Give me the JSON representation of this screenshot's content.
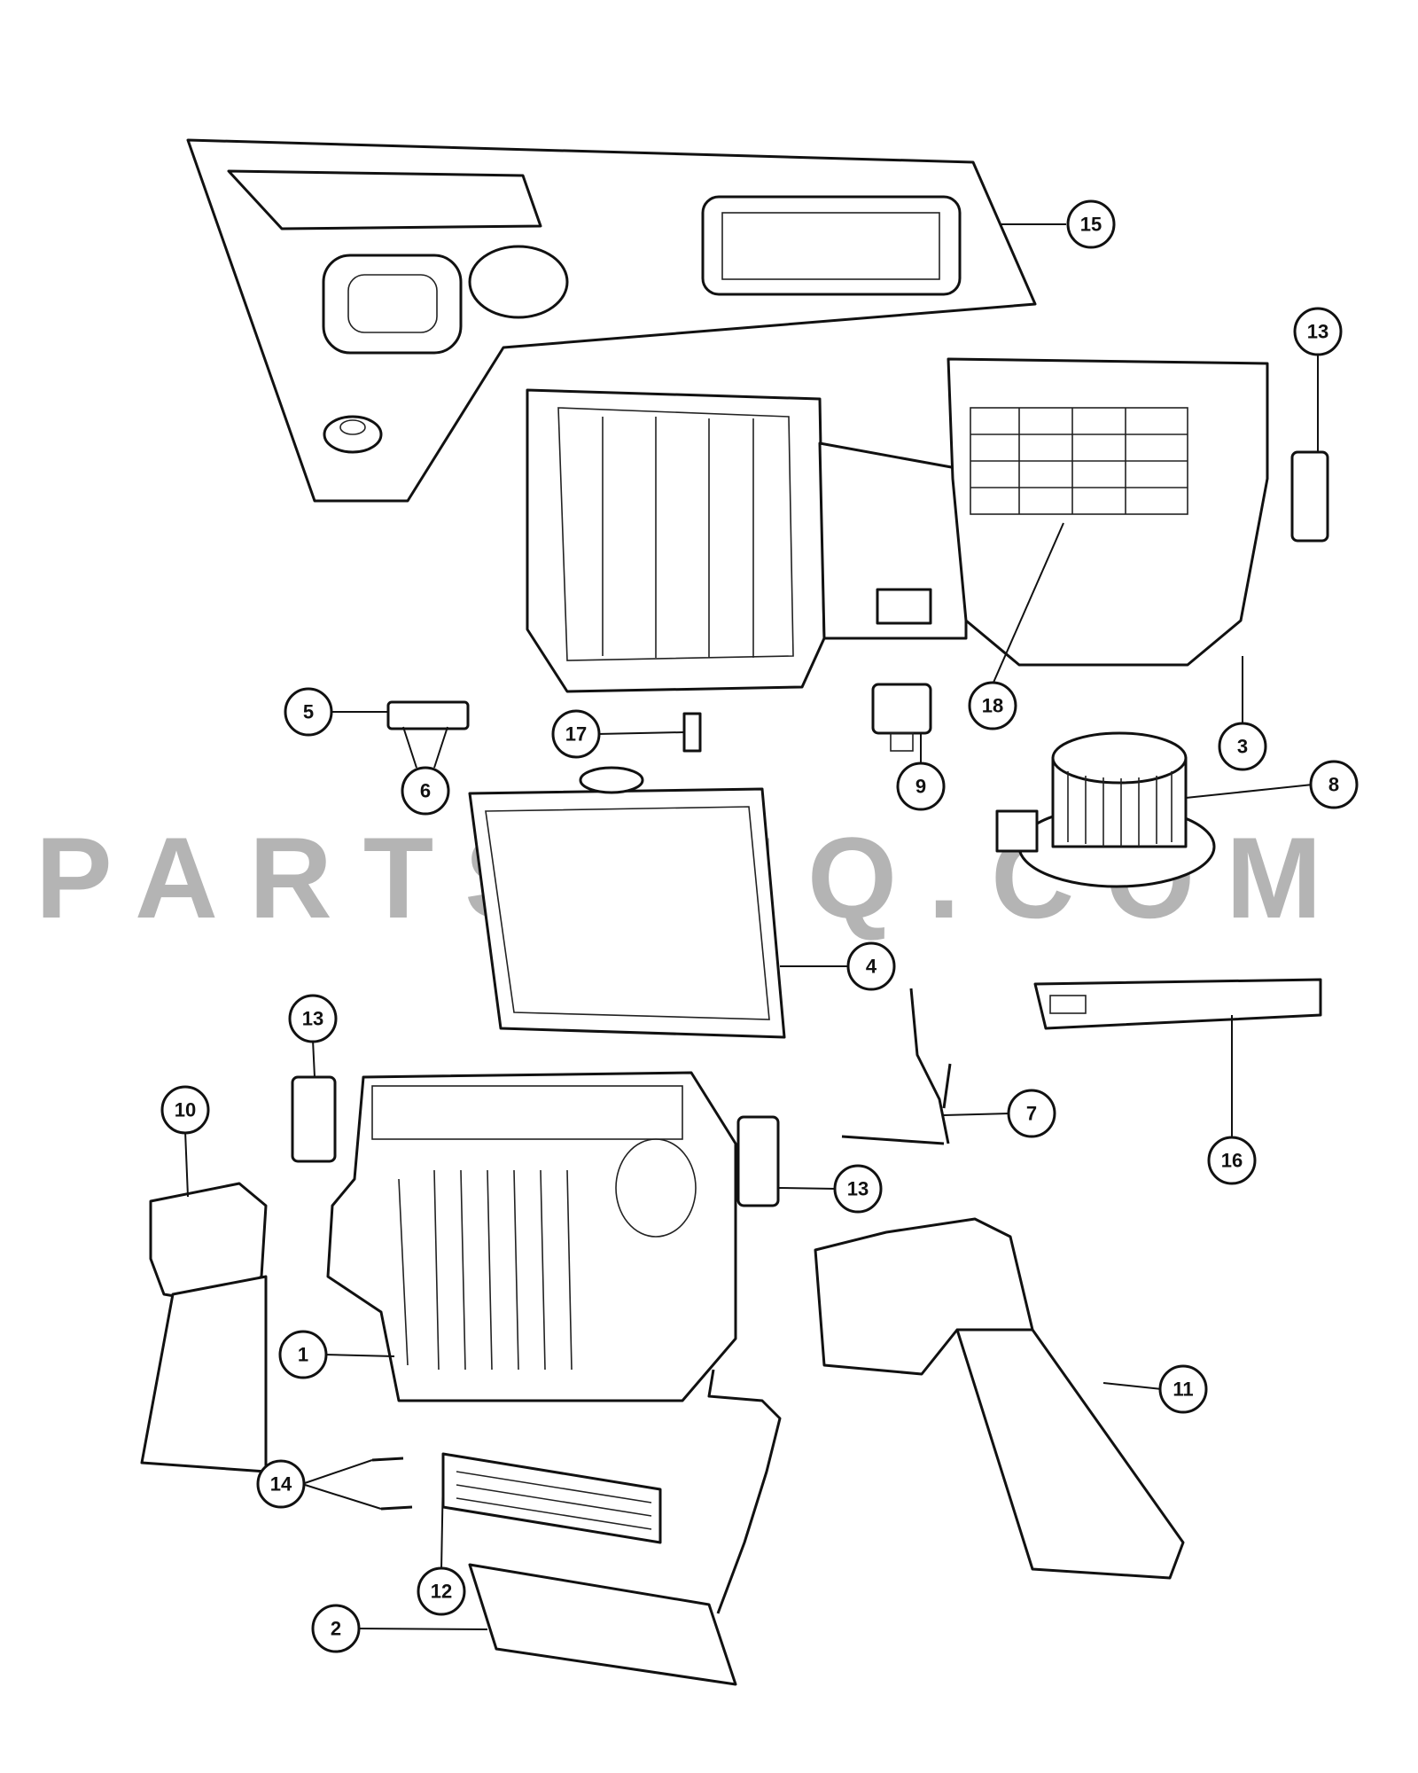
{
  "diagram": {
    "watermark": "PARTSOUQ.COM",
    "callouts": [
      {
        "id": "c15",
        "label": "15"
      },
      {
        "id": "c13a",
        "label": "13"
      },
      {
        "id": "c18",
        "label": "18"
      },
      {
        "id": "c3",
        "label": "3"
      },
      {
        "id": "c5",
        "label": "5"
      },
      {
        "id": "c6",
        "label": "6"
      },
      {
        "id": "c17",
        "label": "17"
      },
      {
        "id": "c9",
        "label": "9"
      },
      {
        "id": "c8",
        "label": "8"
      },
      {
        "id": "c4",
        "label": "4"
      },
      {
        "id": "c13b",
        "label": "13"
      },
      {
        "id": "c10",
        "label": "10"
      },
      {
        "id": "c7",
        "label": "7"
      },
      {
        "id": "c16",
        "label": "16"
      },
      {
        "id": "c13c",
        "label": "13"
      },
      {
        "id": "c1",
        "label": "1"
      },
      {
        "id": "c11",
        "label": "11"
      },
      {
        "id": "c14",
        "label": "14"
      },
      {
        "id": "c12",
        "label": "12"
      },
      {
        "id": "c2",
        "label": "2"
      }
    ]
  }
}
